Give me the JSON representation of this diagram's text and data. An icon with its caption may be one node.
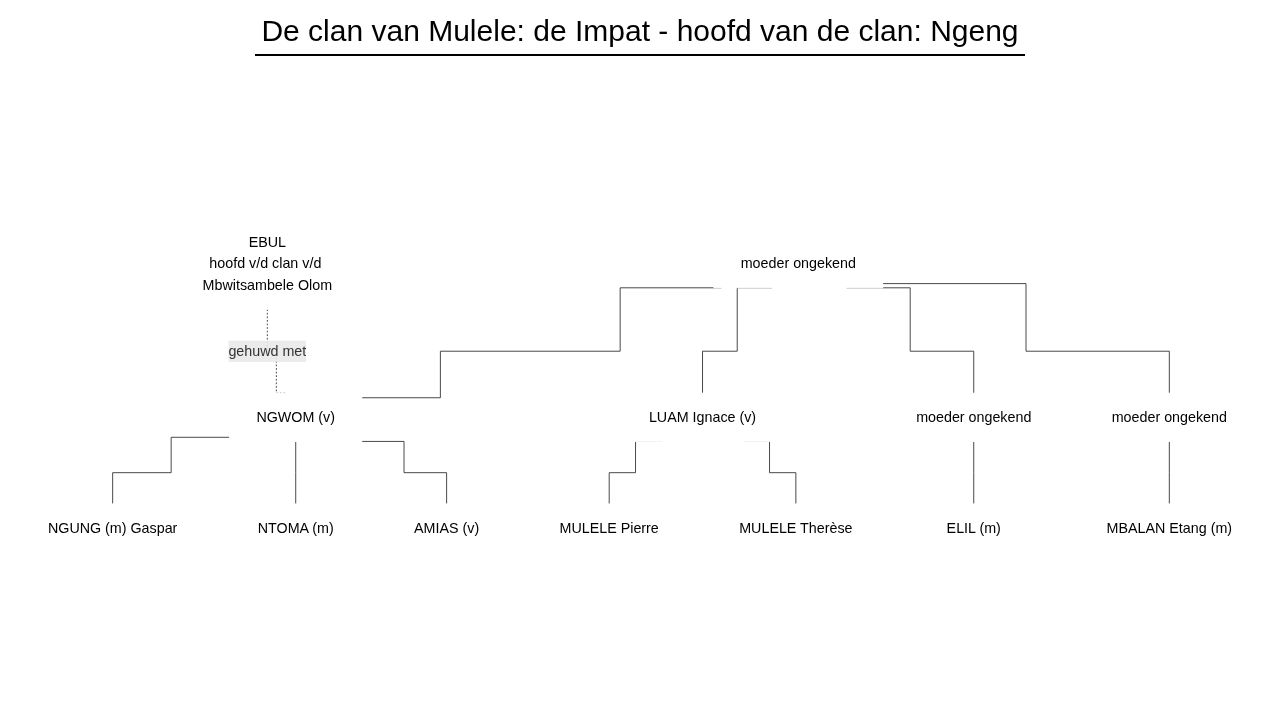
{
  "diagram": {
    "title": "De clan van Mulele: de Impat - hoofd van de clan: Ngeng",
    "nodes": [
      {
        "text": [
          "moeder ongekend"
        ]
      },
      {
        "text": [
          "EBUL",
          "hoofd v/d clan v/d Mbwitsambele Olom"
        ]
      },
      {
        "text": [
          "NGWOM (v)"
        ]
      },
      {
        "text": [
          "LUAM Ignace (v)"
        ]
      },
      {
        "text": [
          "moeder ongekend"
        ]
      },
      {
        "text": [
          "moeder ongekend"
        ]
      },
      {
        "text": [
          "NGUNG (m) Gaspar"
        ]
      },
      {
        "text": [
          "NTOMA (m)"
        ]
      },
      {
        "text": [
          "AMIAS (v)"
        ]
      },
      {
        "text": [
          "MULELE Pierre"
        ]
      },
      {
        "text": [
          "MULELE Therèse"
        ]
      },
      {
        "text": [
          "ELIL (m)"
        ]
      },
      {
        "text": [
          "MBALAN Etang (m)"
        ]
      }
    ],
    "edges": [
      {
        "from": 0,
        "to": 2,
        "arrow": "none"
      },
      {
        "from": 0,
        "to": 3,
        "arrow": "none"
      },
      {
        "from": 0,
        "to": 4,
        "arrow": "none"
      },
      {
        "from": 0,
        "to": 5,
        "arrow": "none"
      },
      {
        "from": 1,
        "to": 2,
        "arrow": "none",
        "label": "gehuwd met",
        "style": "dashed"
      },
      {
        "from": 2,
        "to": 6,
        "arrow": "none"
      },
      {
        "from": 2,
        "to": 7,
        "arrow": "none"
      },
      {
        "from": 2,
        "to": 8,
        "arrow": "none"
      },
      {
        "from": 3,
        "to": 9,
        "arrow": "none"
      },
      {
        "from": 3,
        "to": 10,
        "arrow": "none"
      },
      {
        "from": 4,
        "to": 11,
        "arrow": "none"
      },
      {
        "from": 5,
        "to": 12,
        "arrow": "none"
      }
    ]
  }
}
